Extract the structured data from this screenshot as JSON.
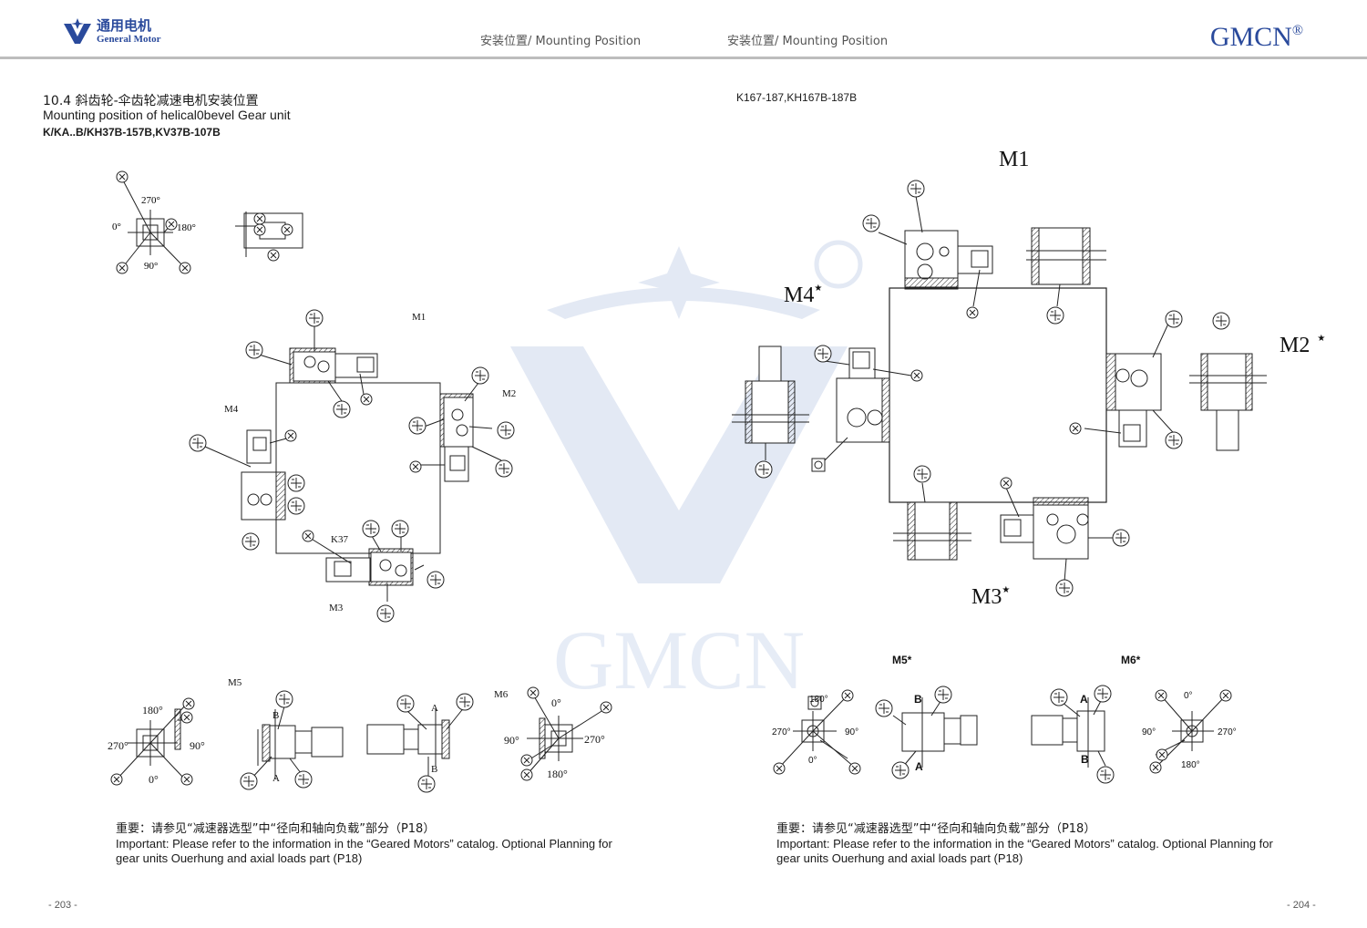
{
  "header": {
    "logo_cn": "通用电机",
    "logo_en": "General Motor",
    "left_title": "安装位置/ Mounting Position",
    "right_title": "安装位置/ Mounting Position",
    "brand": "GMCN",
    "brand_mark": "®"
  },
  "left_page": {
    "section_cn": "10.4 斜齿轮-伞齿轮减速电机安装位置",
    "section_en": "Mounting position of helical0bevel Gear unit",
    "models": "K/KA..B/KH37B-157B,KV37B-107B",
    "angle_key": {
      "a270": "270°",
      "a0": "0°",
      "a180": "180°",
      "a90": "90°"
    },
    "positions": {
      "m1": "M1",
      "m2": "M2",
      "m3": "M3",
      "m4": "M4",
      "k37": "K37",
      "m5": "M5",
      "m6": "M6"
    },
    "m5_angles": {
      "a180": "180°",
      "a270": "270°",
      "a90": "90°",
      "a0": "0°"
    },
    "m6_angles": {
      "a0": "0°",
      "a90": "90°",
      "a270": "270°",
      "a180": "180°"
    },
    "letters": {
      "a": "A",
      "b": "B"
    },
    "note_cn": "重要：请参见“减速器选型”中“径向和轴向负载”部分（P18）",
    "note_en_1": "Important: Please refer to the information in the “Geared Motors” catalog. Optional Planning for",
    "note_en_2": "gear units Ouerhung and axial loads part (P18)",
    "page": "- 203 -"
  },
  "right_page": {
    "models": "K167-187,KH167B-187B",
    "positions": {
      "m1": "M1",
      "m2": "M2",
      "m3": "M3",
      "m4": "M4",
      "m5": "M5*",
      "m6": "M6*"
    },
    "star": "★",
    "m5_angles": {
      "a180": "180°",
      "a270": "270°",
      "a90": "90°",
      "a0": "0°"
    },
    "m6_angles": {
      "a0": "0°",
      "a90": "90°",
      "a270": "270°",
      "a180": "180°"
    },
    "letters": {
      "a": "A",
      "b": "B"
    },
    "note_cn": "重要：请参见“减速器选型”中“径向和轴向负载”部分（P18）",
    "note_en_1": "Important: Please refer to the information in the “Geared Motors” catalog. Optional Planning for",
    "note_en_2": "gear units Ouerhung and axial loads part (P18)",
    "page": "- 204 -"
  },
  "watermark_text": "GMCN",
  "colors": {
    "brand": "#2a4a9c",
    "watermark": "#dfe6f2",
    "rule": "#bdbdbd"
  }
}
